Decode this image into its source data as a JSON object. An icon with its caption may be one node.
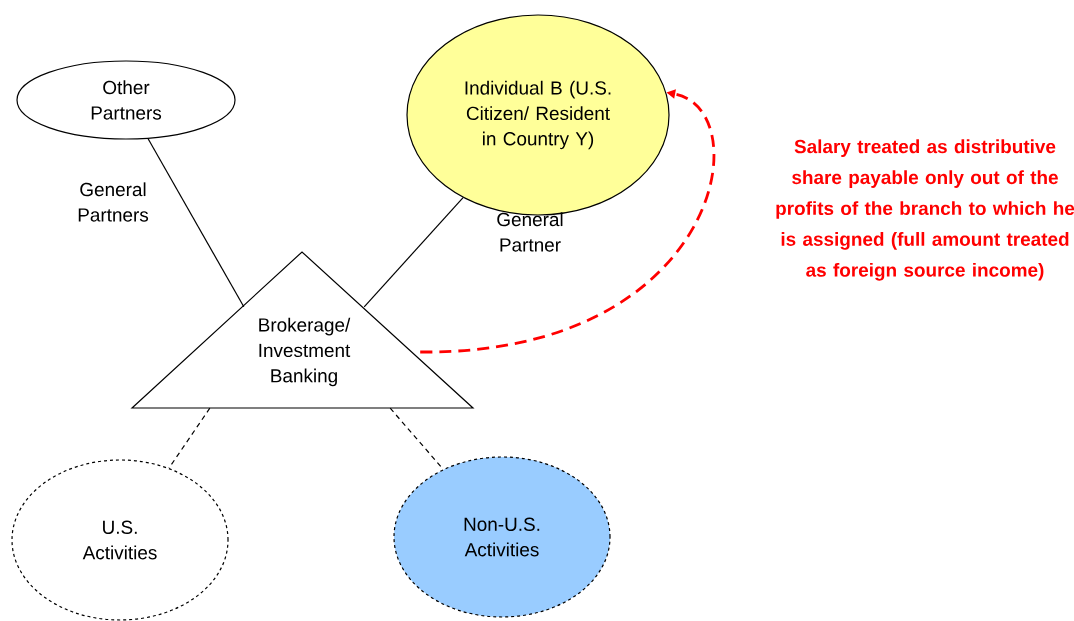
{
  "diagram": {
    "nodes": [
      {
        "text": [
          "Other Partners"
        ]
      },
      {
        "text": [
          "Individual B (U.S. Citizen/ Resident in Country Y)"
        ]
      },
      {
        "text": [
          "Brokerage/ Investment Banking"
        ]
      },
      {
        "text": [
          "U.S. Activities"
        ]
      },
      {
        "text": [
          "Non-U.S. Activities"
        ]
      }
    ],
    "edges": [
      {
        "from": 0,
        "to": 2,
        "arrow": "none",
        "label": "General Partners"
      },
      {
        "from": 1,
        "to": 2,
        "arrow": "none",
        "label": "General Partner"
      },
      {
        "from": 2,
        "to": 3,
        "arrow": "none",
        "style": "dashed"
      },
      {
        "from": 2,
        "to": 4,
        "arrow": "none",
        "style": "dashed"
      },
      {
        "from": 2,
        "to": 1,
        "arrow": "to",
        "style": "dashed",
        "color": "#ff0000"
      }
    ],
    "labels": [
      "Salary treated as distributive share payable only out of the profits of the branch to which he is assigned (full amount treated as foreign source income)"
    ]
  }
}
